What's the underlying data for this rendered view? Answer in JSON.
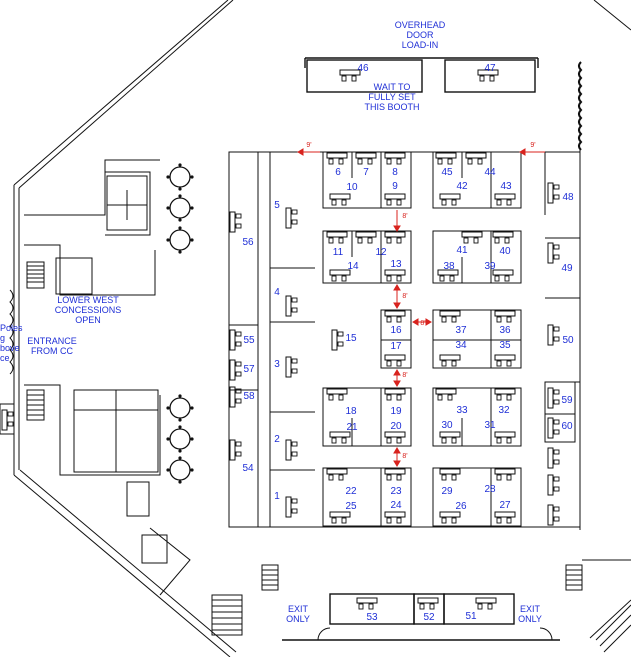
{
  "labels": {
    "overhead_door": "OVERHEAD\nDOOR\nLOAD-IN",
    "wait_booth": "WAIT TO\nFULLY SET\nTHIS BOOTH",
    "lower_west": "LOWER WEST\nCONCESSIONS\nOPEN",
    "entrance": "ENTRANCE\nFROM CC",
    "exit_left": "EXIT\nONLY",
    "exit_right": "EXIT\nONLY",
    "cutoff_poles": "Poles",
    "cutoff_g": "g",
    "cutoff_bove": "bove",
    "cutoff_ce": "ce"
  },
  "gap_label": "8'",
  "gap_label_top": "9'",
  "booths": [
    {
      "id": "46",
      "label": "46"
    },
    {
      "id": "47",
      "label": "47"
    },
    {
      "id": "6",
      "label": "6"
    },
    {
      "id": "7",
      "label": "7"
    },
    {
      "id": "8",
      "label": "8"
    },
    {
      "id": "10",
      "label": "10"
    },
    {
      "id": "9",
      "label": "9"
    },
    {
      "id": "45",
      "label": "45"
    },
    {
      "id": "44",
      "label": "44"
    },
    {
      "id": "42",
      "label": "42"
    },
    {
      "id": "43",
      "label": "43"
    },
    {
      "id": "48",
      "label": "48"
    },
    {
      "id": "5",
      "label": "5"
    },
    {
      "id": "56",
      "label": "56"
    },
    {
      "id": "11",
      "label": "11"
    },
    {
      "id": "12",
      "label": "12"
    },
    {
      "id": "14",
      "label": "14"
    },
    {
      "id": "13",
      "label": "13"
    },
    {
      "id": "41",
      "label": "41"
    },
    {
      "id": "40",
      "label": "40"
    },
    {
      "id": "38",
      "label": "38"
    },
    {
      "id": "39",
      "label": "39"
    },
    {
      "id": "49",
      "label": "49"
    },
    {
      "id": "4",
      "label": "4"
    },
    {
      "id": "16",
      "label": "16"
    },
    {
      "id": "37",
      "label": "37"
    },
    {
      "id": "36",
      "label": "36"
    },
    {
      "id": "15",
      "label": "15"
    },
    {
      "id": "55",
      "label": "55"
    },
    {
      "id": "17",
      "label": "17"
    },
    {
      "id": "34",
      "label": "34"
    },
    {
      "id": "35",
      "label": "35"
    },
    {
      "id": "50",
      "label": "50"
    },
    {
      "id": "3",
      "label": "3"
    },
    {
      "id": "57",
      "label": "57"
    },
    {
      "id": "58",
      "label": "58"
    },
    {
      "id": "18",
      "label": "18"
    },
    {
      "id": "19",
      "label": "19"
    },
    {
      "id": "33",
      "label": "33"
    },
    {
      "id": "32",
      "label": "32"
    },
    {
      "id": "59",
      "label": "59"
    },
    {
      "id": "21",
      "label": "21"
    },
    {
      "id": "20",
      "label": "20"
    },
    {
      "id": "30",
      "label": "30"
    },
    {
      "id": "31",
      "label": "31"
    },
    {
      "id": "60",
      "label": "60"
    },
    {
      "id": "2",
      "label": "2"
    },
    {
      "id": "54",
      "label": "54"
    },
    {
      "id": "22",
      "label": "22"
    },
    {
      "id": "23",
      "label": "23"
    },
    {
      "id": "29",
      "label": "29"
    },
    {
      "id": "28",
      "label": "28"
    },
    {
      "id": "1",
      "label": "1"
    },
    {
      "id": "25",
      "label": "25"
    },
    {
      "id": "24",
      "label": "24"
    },
    {
      "id": "26",
      "label": "26"
    },
    {
      "id": "27",
      "label": "27"
    },
    {
      "id": "53",
      "label": "53"
    },
    {
      "id": "52",
      "label": "52"
    },
    {
      "id": "51",
      "label": "51"
    }
  ]
}
